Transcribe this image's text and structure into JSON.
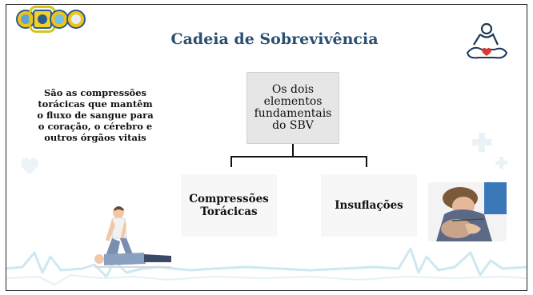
{
  "slide": {
    "title": "Cadeia de Sobrevivência",
    "left_text": "São as compressões torácicas que mantêm o fluxo de sangue para o coração, o cérebro e outros órgãos vitais",
    "center_box": "Os dois elementos fundamentais do SBV",
    "card_left": "Compressões Torácicas",
    "card_right": "Insuflações"
  },
  "icons": {
    "logo_group": "chain-of-survival-logos",
    "top_right": "cpr-heart-icon",
    "illustration_left": "chest-compression-illustration",
    "illustration_right": "rescue-breathing-photo"
  },
  "colors": {
    "title": "#2a4f73",
    "wave": "#cde8f2",
    "logo_yellow": "#f2c318",
    "logo_blue": "#2a5d8f",
    "heart_red": "#d83a3a"
  }
}
